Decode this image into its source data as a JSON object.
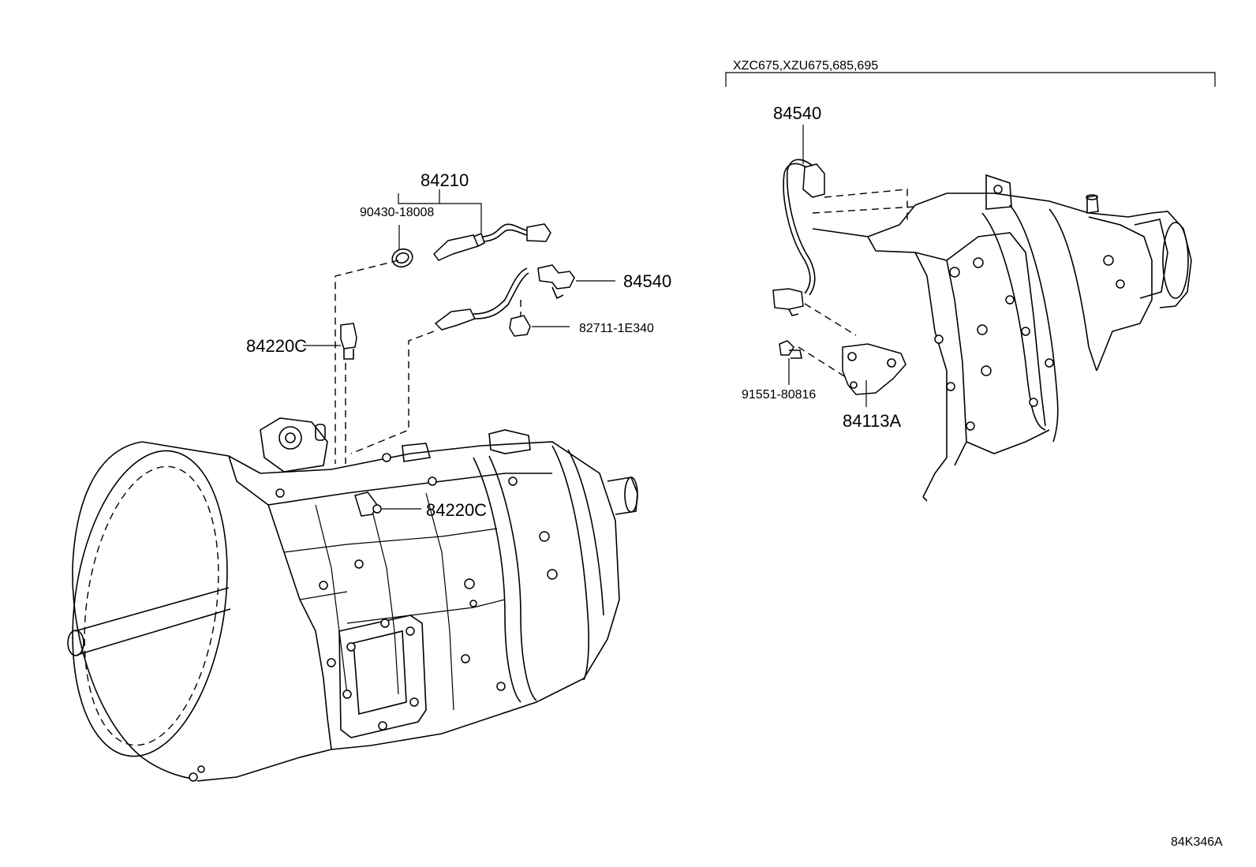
{
  "variant_label": "XZC675,XZU675,685,695",
  "drawing_code": "84K346A",
  "left_group": {
    "sensor_assy": "84210",
    "gasket": "90430-18008",
    "sensor_wire": "84540",
    "connector": "82711-1E340",
    "switch_upper": "84220C",
    "switch_lower": "84220C"
  },
  "right_group": {
    "sensor_wire": "84540",
    "bolt": "91551-80816",
    "bracket": "84113A"
  }
}
